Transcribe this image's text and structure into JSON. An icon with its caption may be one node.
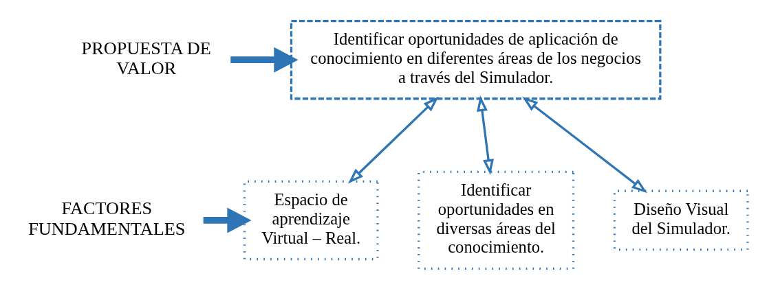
{
  "diagram": {
    "nodes": [
      {
        "text": [
          "PROPUESTA DE VALOR"
        ]
      },
      {
        "text": [
          "Identificar oportunidades de aplicación de conocimiento en diferentes áreas de los negocios a través del Simulador."
        ]
      },
      {
        "text": [
          "FACTORES FUNDAMENTALES"
        ]
      },
      {
        "text": [
          "Espacio de aprendizaje Virtual – Real."
        ]
      },
      {
        "text": [
          "Identificar oportunidades en diversas áreas del conocimiento."
        ]
      },
      {
        "text": [
          "Diseño Visual del Simulador."
        ]
      }
    ],
    "edges": [
      {
        "from": 0,
        "to": 1,
        "arrow": "to",
        "style": "thick"
      },
      {
        "from": 1,
        "to": 3,
        "arrow": "both"
      },
      {
        "from": 1,
        "to": 4,
        "arrow": "both"
      },
      {
        "from": 1,
        "to": 5,
        "arrow": "both"
      },
      {
        "from": 2,
        "to": 3,
        "arrow": "to",
        "style": "thick"
      }
    ]
  }
}
